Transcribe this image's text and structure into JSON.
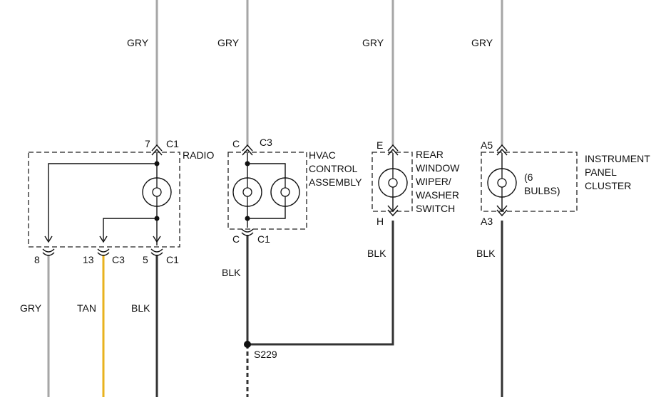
{
  "colors": {
    "gry": "#a6a6a6",
    "blk": "#333333",
    "tan": "#e8b21e"
  },
  "wire_labels": {
    "gry_radio_top": "GRY",
    "gry_hvac_top": "GRY",
    "gry_rear_top": "GRY",
    "gry_ipc_top": "GRY",
    "gry_radio_8": "GRY",
    "tan_radio_13": "TAN",
    "blk_radio_5": "BLK",
    "blk_hvac": "BLK",
    "blk_rear": "BLK",
    "blk_ipc": "BLK"
  },
  "components": {
    "radio": {
      "name": "RADIO"
    },
    "hvac": {
      "name_lines": [
        "HVAC",
        "CONTROL",
        "ASSEMBLY"
      ]
    },
    "rear_wiper": {
      "name_lines": [
        "REAR",
        "WINDOW",
        "WIPER/",
        "WASHER",
        "SWITCH"
      ]
    },
    "ipc": {
      "name_lines": [
        "INSTRUMENT",
        "PANEL",
        "CLUSTER"
      ],
      "note_lines": [
        "(6",
        "BULBS)"
      ]
    }
  },
  "pins": {
    "radio_top": {
      "pin": "7",
      "conn": "C1"
    },
    "radio_8": {
      "pin": "8"
    },
    "radio_13": {
      "pin": "13",
      "conn": "C3"
    },
    "radio_5": {
      "pin": "5",
      "conn": "C1"
    },
    "hvac_top": {
      "pin": "C",
      "conn": "C3"
    },
    "hvac_bottom": {
      "pin": "C",
      "conn": "C1"
    },
    "rear_top": {
      "pin": "E"
    },
    "rear_bottom": {
      "pin": "H"
    },
    "ipc_top": {
      "pin": "A5"
    },
    "ipc_bottom": {
      "pin": "A3"
    }
  },
  "splices": {
    "s229": "S229"
  }
}
